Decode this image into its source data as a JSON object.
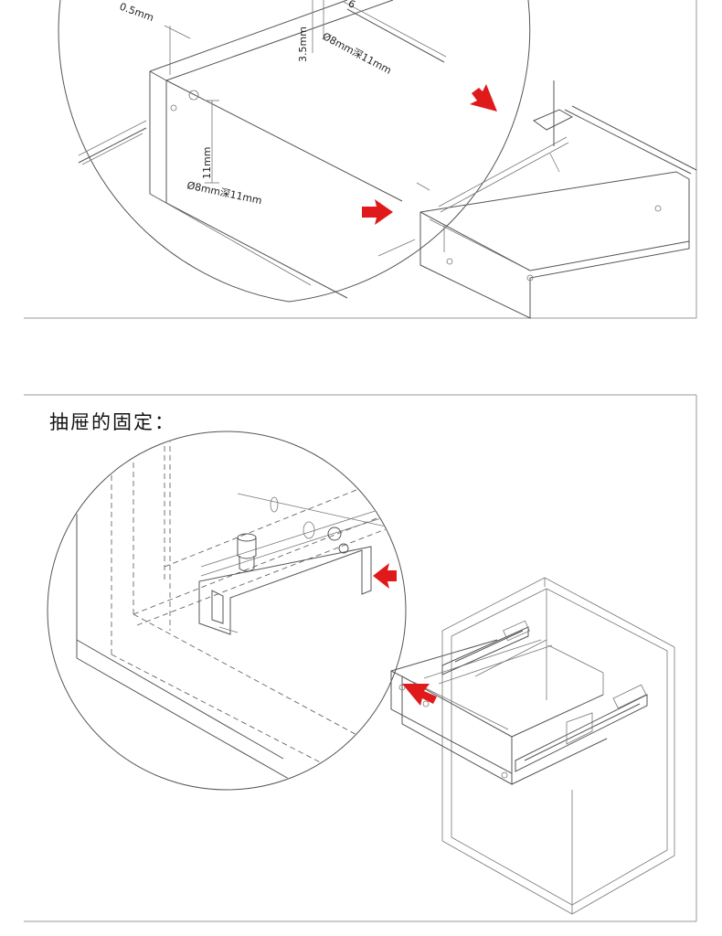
{
  "top_figure": {
    "labels": {
      "dim_top_left": "0.5mm",
      "dim_vertical_small": "3.5mm",
      "dim_top_right": "6",
      "drill_top": "Ø8mm深11mm",
      "dim_vertical_large": "11mm",
      "drill_bottom": "Ø8mm深11mm"
    }
  },
  "bottom_figure": {
    "title": "抽屉的固定："
  },
  "colors": {
    "arrow": "#e0191b",
    "line": "#555555",
    "frame": "#9a9a9a"
  }
}
